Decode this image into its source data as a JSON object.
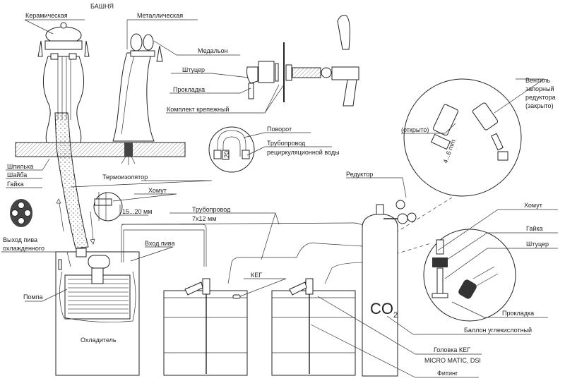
{
  "title": "БАШНЯ",
  "labels": {
    "ceramic": "Керамическая",
    "metal": "Металлическая",
    "medallion": "Медальон",
    "fitting_top": "Штуцер",
    "gasket_top": "Прокладка",
    "mount_kit": "Комплект крепежный",
    "turn": "Поворот",
    "recirc_line1": "Трубопровод",
    "recirc_line2": "рециркуляционной воды",
    "stud": "Шпилька",
    "washer": "Шайба",
    "nut_left": "Гайка",
    "insulator": "Термоизолятор",
    "clamp_left": "Хомут",
    "clamp_size": "15...20 мм",
    "pipe_line1": "Трубопровод",
    "pipe_line2": "7x12 мм",
    "regulator": "Редуктор",
    "open": "(открыто)",
    "valve_line1": "Вентиль",
    "valve_line2": "запорный",
    "valve_line3": "редуктора",
    "valve_line4": "(закрыто)",
    "valve_size": "4...6 mm",
    "clamp_right": "Хомут",
    "nut_right": "Гайка",
    "fitting_right": "Штуцер",
    "beer_out_line1": "Выход пива",
    "beer_out_line2": "охлажденного",
    "beer_in": "Вход пива",
    "pump": "Помпа",
    "keg": "КЕГ",
    "cooler": "Охладитель",
    "co2": "CO",
    "co2_sub": "2",
    "gasket_right": "Прокладка",
    "cylinder": "Баллон углекислотный",
    "keg_head": "Головка КЕГ",
    "keg_head_brand": "MICRO MATIC, DSI",
    "fitting_bottom": "Фитинг",
    "turn_size": "20"
  }
}
